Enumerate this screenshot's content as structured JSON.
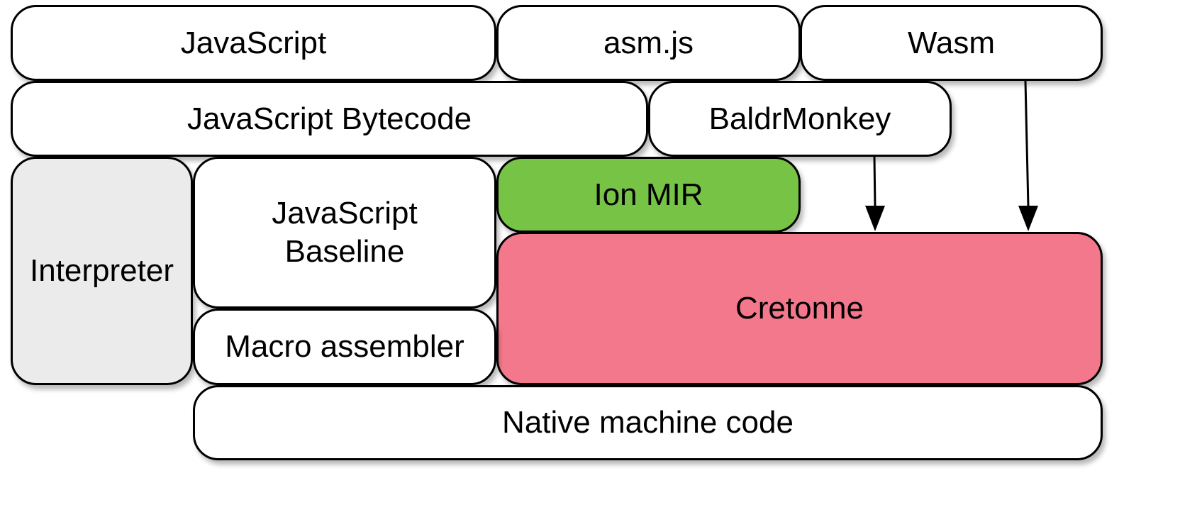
{
  "colors": {
    "border": "#000000",
    "default_fill": "#ffffff",
    "interpreter_fill": "#ebebeb",
    "ion_mir_fill": "#77c346",
    "cretonne_fill": "#f4788b"
  },
  "row1": {
    "javascript": "JavaScript",
    "asmjs": "asm.js",
    "wasm": "Wasm"
  },
  "row2": {
    "javascript_bytecode": "JavaScript Bytecode",
    "baldrmonkey": "BaldrMonkey"
  },
  "interpreter": "Interpreter",
  "javascript_baseline": "JavaScript\nBaseline",
  "ion_mir": "Ion MIR",
  "cretonne": "Cretonne",
  "macro_assembler": "Macro assembler",
  "native_machine_code": "Native machine code"
}
